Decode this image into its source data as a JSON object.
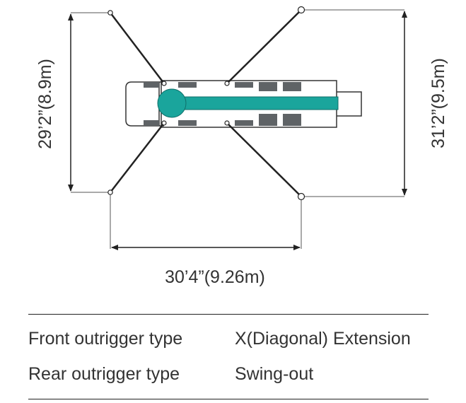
{
  "dimensions": {
    "front_spread": "29’2”(8.9m)",
    "rear_spread": "31’2”(9.5m)",
    "length": "30’4”(9.26m)"
  },
  "specs": [
    {
      "label": "Front outrigger type",
      "value": "X(Diagonal) Extension"
    },
    {
      "label": "Rear outrigger type",
      "value": "Swing-out"
    }
  ],
  "colors": {
    "boom": "#1aa59c",
    "line": "#222222",
    "pad": "#5f6366"
  }
}
